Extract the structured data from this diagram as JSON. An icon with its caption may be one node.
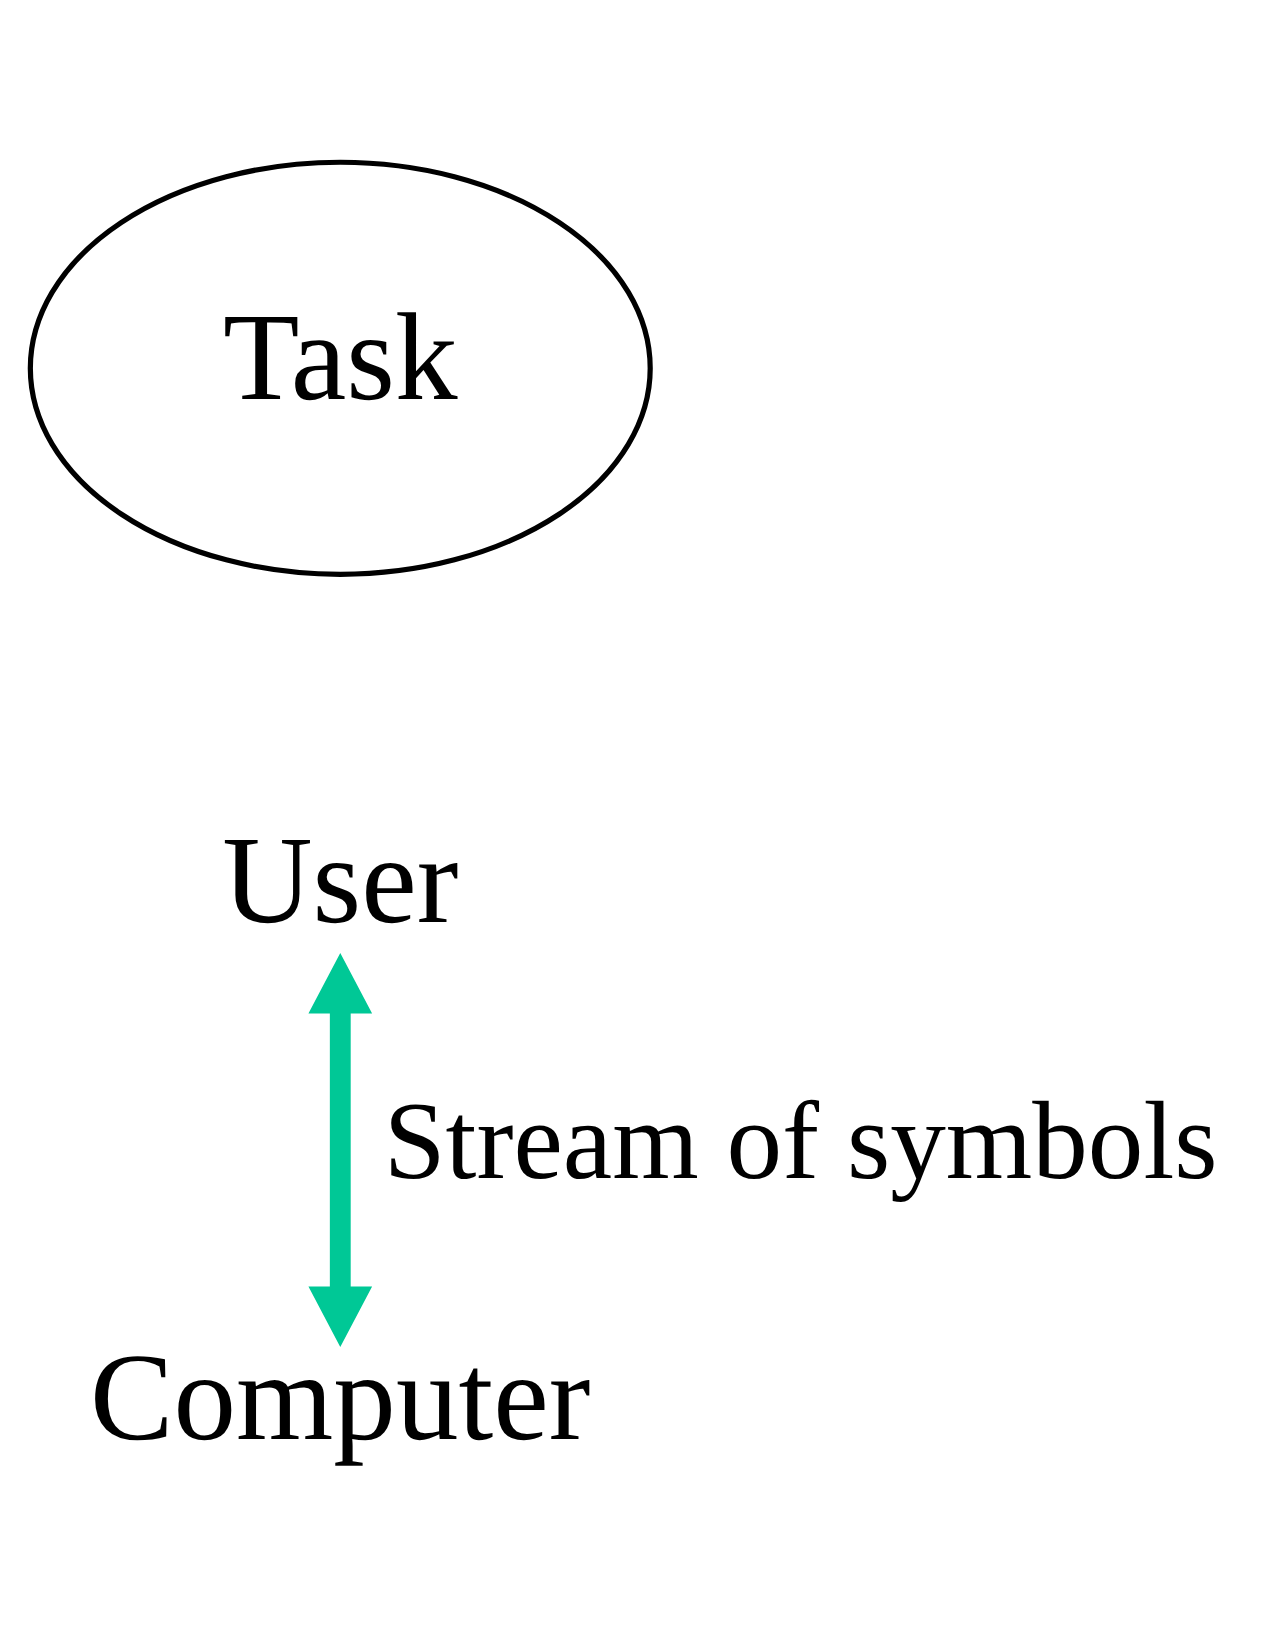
{
  "diagram": {
    "nodes": [
      {
        "text": [
          "Task"
        ]
      },
      {
        "text": [
          "User"
        ]
      },
      {
        "text": [
          "Computer"
        ]
      }
    ],
    "edges": [
      {
        "from": 1,
        "to": 2,
        "arrow": "both",
        "label": "Stream of symbols",
        "color": "#00c896"
      }
    ]
  }
}
